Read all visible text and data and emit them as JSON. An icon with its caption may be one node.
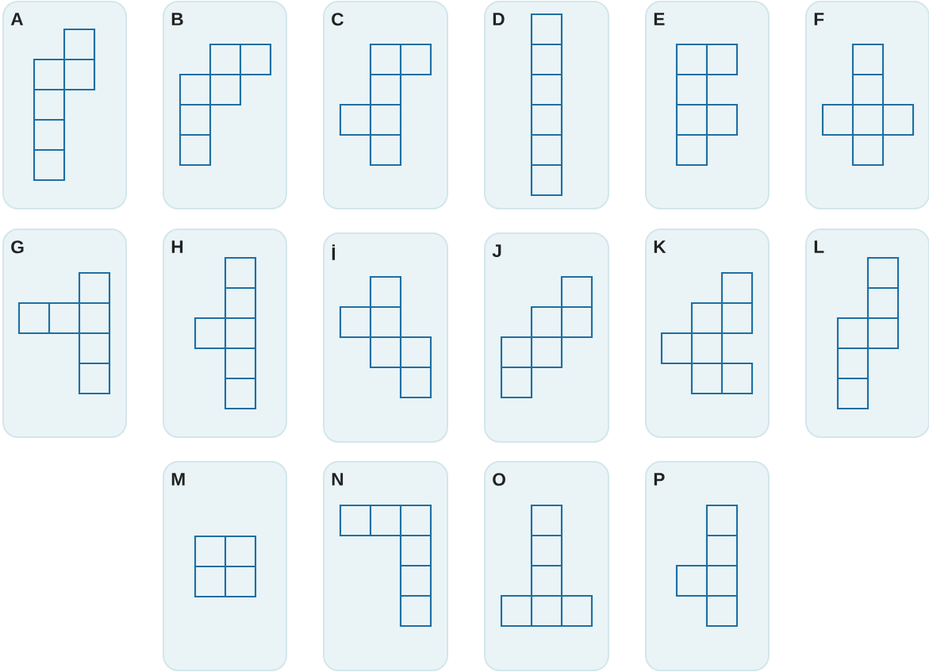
{
  "diagram": {
    "nodes": [
      {
        "text": [
          "A"
        ]
      },
      {
        "text": [
          "B"
        ]
      },
      {
        "text": [
          "C"
        ]
      },
      {
        "text": [
          "D"
        ]
      },
      {
        "text": [
          "E"
        ]
      },
      {
        "text": [
          "F"
        ]
      },
      {
        "text": [
          "G"
        ]
      },
      {
        "text": [
          "H"
        ]
      },
      {
        "text": [
          "İ"
        ]
      },
      {
        "text": [
          "J"
        ]
      },
      {
        "text": [
          "K"
        ]
      },
      {
        "text": [
          "L"
        ]
      },
      {
        "text": [
          "M"
        ]
      },
      {
        "text": [
          "N"
        ]
      },
      {
        "text": [
          "O"
        ]
      },
      {
        "text": [
          "P"
        ]
      }
    ]
  }
}
